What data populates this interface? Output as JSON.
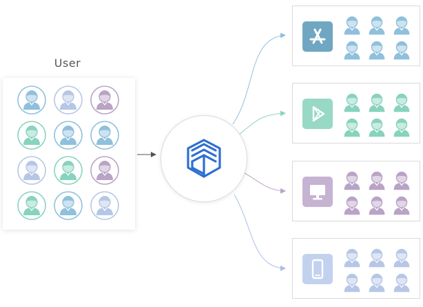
{
  "user_label": "User",
  "colors": {
    "blue": "#8fc0dc",
    "teal": "#88d3bd",
    "purple": "#b9a3c6",
    "lavender": "#b6c6e6",
    "hub_blue": "#2d6fd1",
    "arrow_gray": "#555555"
  },
  "source_users": [
    [
      "blue",
      "lavender",
      "purple"
    ],
    [
      "teal",
      "blue",
      "blue"
    ],
    [
      "lavender",
      "teal",
      "purple"
    ],
    [
      "teal",
      "blue",
      "lavender"
    ]
  ],
  "hub_icon": "layered-cube-logo-icon",
  "platforms": [
    {
      "name": "app-store",
      "icon": "app-store-icon",
      "tile_color": "#6fa7c2",
      "user_color": "blue"
    },
    {
      "name": "google-play",
      "icon": "google-play-icon",
      "tile_color": "#97d9c4",
      "user_color": "teal"
    },
    {
      "name": "desktop",
      "icon": "monitor-icon",
      "tile_color": "#c6b3d2",
      "user_color": "purple"
    },
    {
      "name": "mobile",
      "icon": "smartphone-icon",
      "tile_color": "#c2d2ee",
      "user_color": "lavender"
    }
  ]
}
